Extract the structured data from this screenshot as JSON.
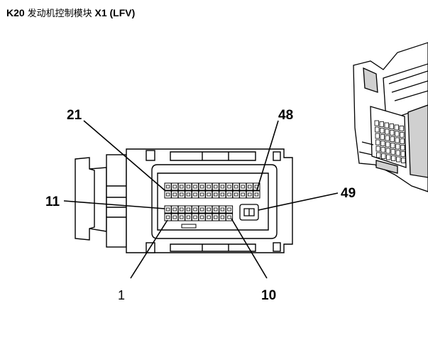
{
  "title": {
    "part1": "K20",
    "part2": "发动机控制模块",
    "part3": "X1 (LFV)"
  },
  "pin_labels": {
    "p21": "21",
    "p48": "48",
    "p11": "11",
    "p49": "49",
    "p1": "1",
    "p10": "10"
  },
  "colors": {
    "line": "#000000",
    "fill": "#ffffff",
    "shade": "#d0d0d0"
  }
}
